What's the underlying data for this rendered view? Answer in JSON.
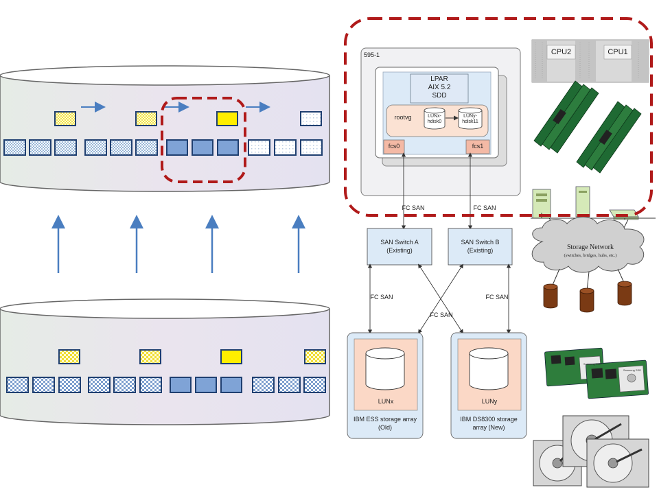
{
  "server": {
    "name": "595-1"
  },
  "lpar": {
    "line1": "LPAR",
    "line2": "AIX 5.2",
    "line3": "SDD"
  },
  "rootvg": {
    "label": "rootvg"
  },
  "disk_x": {
    "line1": "LUNx-",
    "line2": "hdisk0"
  },
  "disk_y": {
    "line1": "LUNy-",
    "line2": "hdisk11"
  },
  "adapters": {
    "a": "fcs0",
    "b": "fcs1"
  },
  "links": {
    "fc_san": "FC SAN"
  },
  "switch_a": {
    "line1": "SAN Switch A",
    "line2": "(Existing)"
  },
  "switch_b": {
    "line1": "SAN Switch B",
    "line2": "(Existing)"
  },
  "array_old": {
    "lun": "LUNx",
    "line1": "IBM ESS storage array",
    "line2": "(Old)"
  },
  "array_new": {
    "lun": "LUNy",
    "line1": "IBM DS8300 storage",
    "line2": "array (New)"
  },
  "cpu": {
    "cpu2": "CPU2",
    "cpu1": "CPU1"
  },
  "storage_network": {
    "title": "Storage Network",
    "subtitle": "(switches, bridges, hubs, etc.)"
  },
  "ssd": {
    "brand": "Samsung SSD"
  },
  "colors": {
    "accent_dash": "#b01a1a",
    "arrow": "#4a7ec0",
    "block_blue": "#7fa3d6",
    "block_yellow": "#ffee00"
  }
}
